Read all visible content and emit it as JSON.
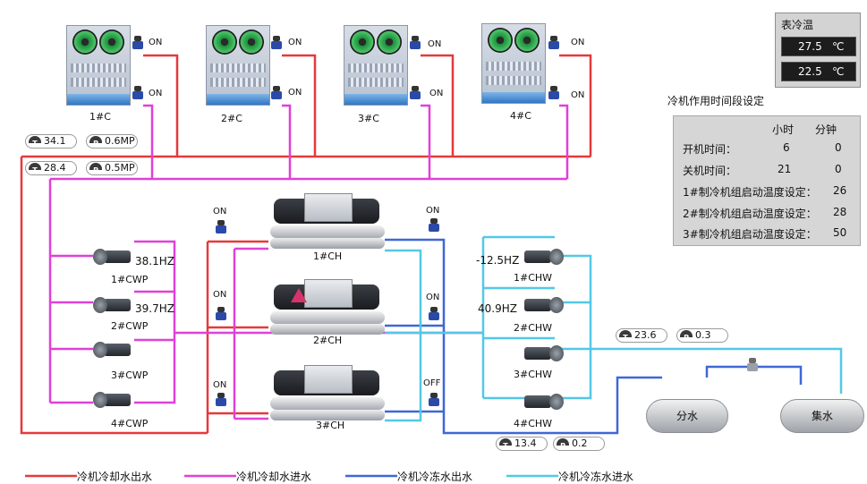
{
  "towers": [
    {
      "label": "1#C",
      "top_status": "ON",
      "bottom_status": "ON"
    },
    {
      "label": "2#C",
      "top_status": "ON",
      "bottom_status": "ON"
    },
    {
      "label": "3#C",
      "top_status": "ON",
      "bottom_status": "ON"
    },
    {
      "label": "4#C",
      "top_status": "ON",
      "bottom_status": "ON"
    }
  ],
  "cooling_gauges": {
    "row1_temp": "34.1",
    "row1_press": "0.6MP",
    "row2_temp": "28.4",
    "row2_press": "0.5MP",
    "temp_glyph": "T",
    "press_glyph": "P"
  },
  "chillers": [
    {
      "label": "1#CH",
      "left_valve": "ON",
      "right_valve": "ON"
    },
    {
      "label": "2#CH",
      "left_valve": "ON",
      "right_valve": "ON"
    },
    {
      "label": "3#CH",
      "left_valve": "ON",
      "right_valve": "OFF"
    }
  ],
  "cwp": [
    {
      "label": "1#CWP",
      "freq": "38.1HZ"
    },
    {
      "label": "2#CWP",
      "freq": "39.7HZ"
    },
    {
      "label": "3#CWP",
      "freq": ""
    },
    {
      "label": "4#CWP",
      "freq": ""
    }
  ],
  "chw": [
    {
      "label": "1#CHW",
      "freq": "-12.5HZ"
    },
    {
      "label": "2#CHW",
      "freq": "40.9HZ"
    },
    {
      "label": "3#CHW",
      "freq": ""
    },
    {
      "label": "4#CHW",
      "freq": ""
    }
  ],
  "chilled_gauges": {
    "upper_temp": "23.6",
    "upper_press": "0.3",
    "lower_temp": "13.4",
    "lower_press": "0.2"
  },
  "tanks": {
    "left": "分水",
    "right": "集水"
  },
  "surface_temp": {
    "title": "表冷温",
    "value1": "27.5",
    "value2": "22.5",
    "unit": "℃"
  },
  "schedule": {
    "title": "冷机作用时间段设定",
    "col_hour": "小时",
    "col_min": "分钟",
    "on_label": "开机时间：",
    "on_hour": "6",
    "on_min": "0",
    "off_label": "关机时间：",
    "off_hour": "21",
    "off_min": "0",
    "set1_label": "1#制冷机组启动温度设定：",
    "set1_value": "26",
    "set2_label": "2#制冷机组启动温度设定：",
    "set2_value": "28",
    "set3_label": "3#制冷机组启动温度设定：",
    "set3_value": "50"
  },
  "legend": [
    {
      "label": "冷机冷却水出水",
      "color": "#e5393b"
    },
    {
      "label": "冷机冷却水进水",
      "color": "#e040d8"
    },
    {
      "label": "冷机冷冻水出水",
      "color": "#3f67d6"
    },
    {
      "label": "冷机冷冻水进水",
      "color": "#53c8e6"
    }
  ]
}
